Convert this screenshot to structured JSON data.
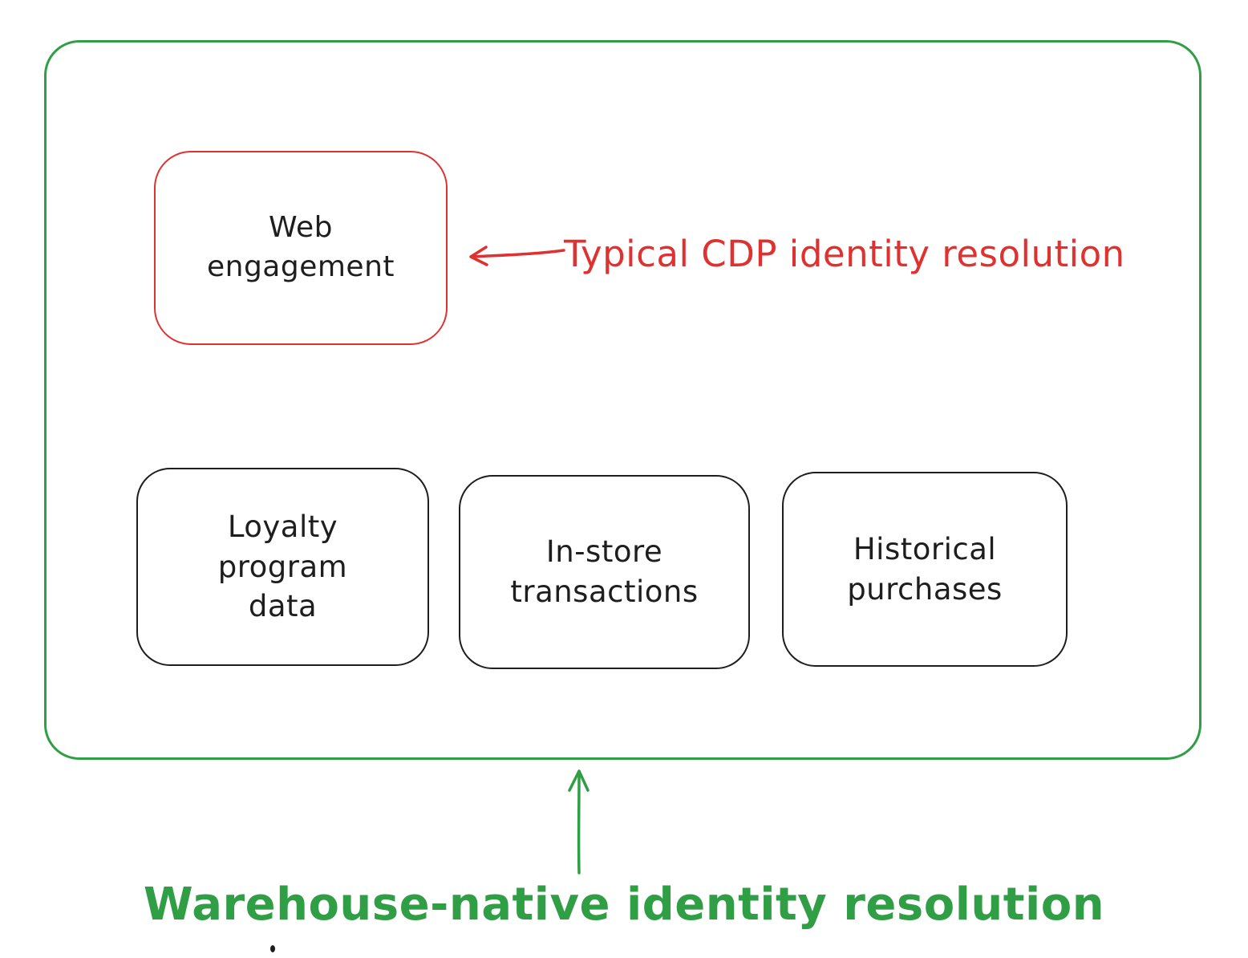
{
  "diagram": {
    "container": {
      "name": "warehouse-native-scope",
      "border_color": "#2f9e44"
    },
    "boxes": {
      "web_engagement": {
        "label": "Web engagement",
        "border_color": "#e03131"
      },
      "loyalty": {
        "label": "Loyalty program data",
        "border_color": "#1e1e1e"
      },
      "in_store": {
        "label": "In-store transactions",
        "border_color": "#1e1e1e"
      },
      "historical": {
        "label": "Historical purchases",
        "border_color": "#1e1e1e"
      }
    },
    "annotations": {
      "cdp": {
        "text": "Typical CDP identity resolution",
        "color": "#e03131"
      },
      "warehouse": {
        "text": "Warehouse-native identity resolution",
        "color": "#2f9e44"
      }
    }
  }
}
